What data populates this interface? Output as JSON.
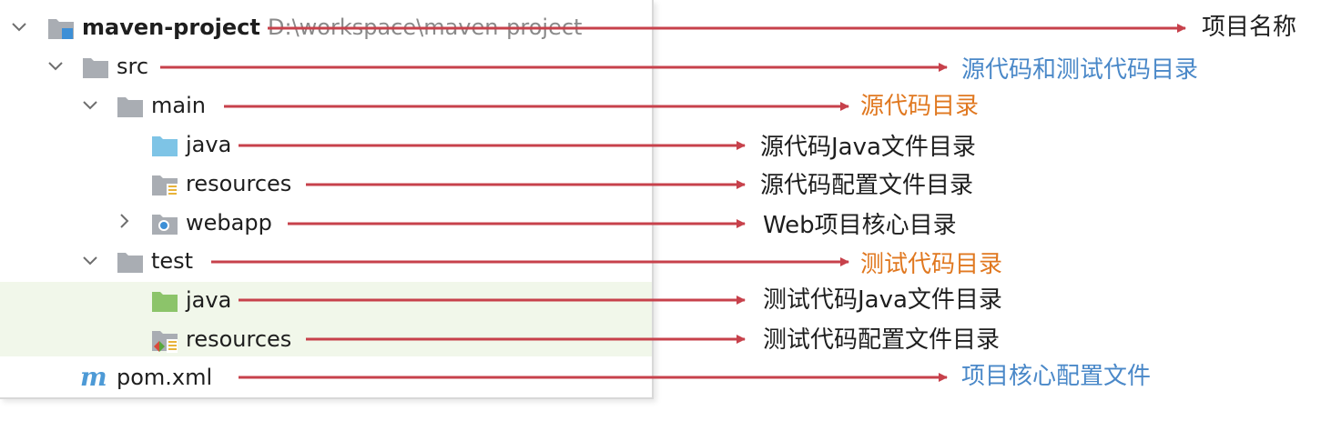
{
  "tree": {
    "root_label": "maven-project",
    "root_path": "D:\\workspace\\maven-project",
    "src": "src",
    "main": "main",
    "main_java": "java",
    "main_resources": "resources",
    "webapp": "webapp",
    "test": "test",
    "test_java": "java",
    "test_resources": "resources",
    "pom": "pom.xml",
    "pom_icon_letter": "m"
  },
  "annotations": {
    "project_name": "项目名称",
    "src_dirs": "源代码和测试代码目录",
    "main_dir": "源代码目录",
    "main_java": "源代码Java文件目录",
    "main_resources": "源代码配置文件目录",
    "webapp": "Web项目核心目录",
    "test_dir": "测试代码目录",
    "test_java": "测试代码Java文件目录",
    "test_resources": "测试代码配置文件目录",
    "pom": "项目核心配置文件"
  },
  "colors": {
    "arrow": "#c7414b",
    "annotation_black": "#1e1e1e",
    "annotation_orange": "#e07820",
    "annotation_blue": "#4a88c8",
    "folder_gray": "#a9adb3",
    "folder_blue": "#7ec4e6",
    "folder_green": "#8cc46a",
    "test_highlight": "#f1f7ea"
  },
  "icons": {
    "expanded": "chevron-down-icon",
    "collapsed": "chevron-right-icon",
    "module": "module-folder-icon",
    "folder": "folder-icon",
    "source_root": "source-root-folder-icon",
    "resources_root": "resources-root-folder-icon",
    "web_folder": "web-folder-icon",
    "test_source_root": "test-source-root-folder-icon",
    "test_resources_root": "test-resources-root-folder-icon",
    "maven": "maven-m-icon"
  }
}
